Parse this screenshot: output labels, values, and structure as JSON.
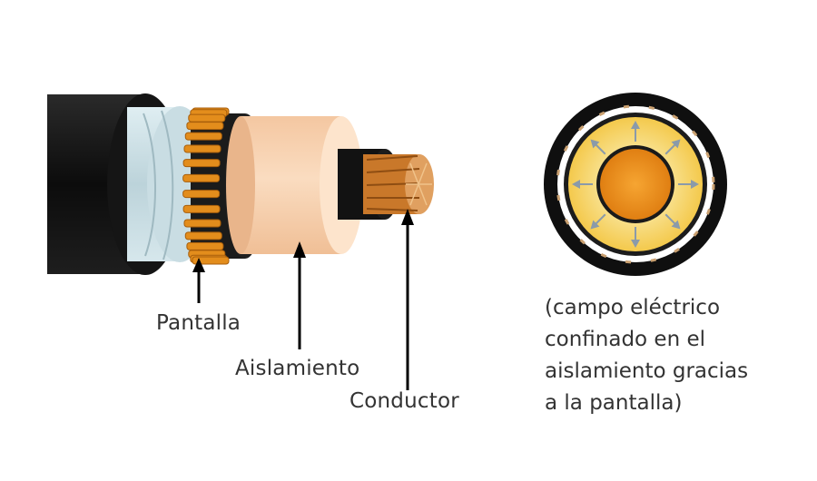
{
  "labels": {
    "pantalla": "Pantalla",
    "aislamiento": "Aislamiento",
    "conductor": "Conductor"
  },
  "caption": [
    "(campo eléctrico",
    "confinado en el",
    "aislamiento gracias",
    "a la pantalla)"
  ],
  "colors": {
    "outer_sheath": "#111111",
    "screen_tape": "#cfe2e8",
    "screen_wires": "#e08a1a",
    "insulation": "#f6cfab",
    "semiconductor": "#1a1a1a",
    "conductor": "#d98a2b",
    "field_region": "#f7d774",
    "field_arrows": "#8a9aaa"
  }
}
